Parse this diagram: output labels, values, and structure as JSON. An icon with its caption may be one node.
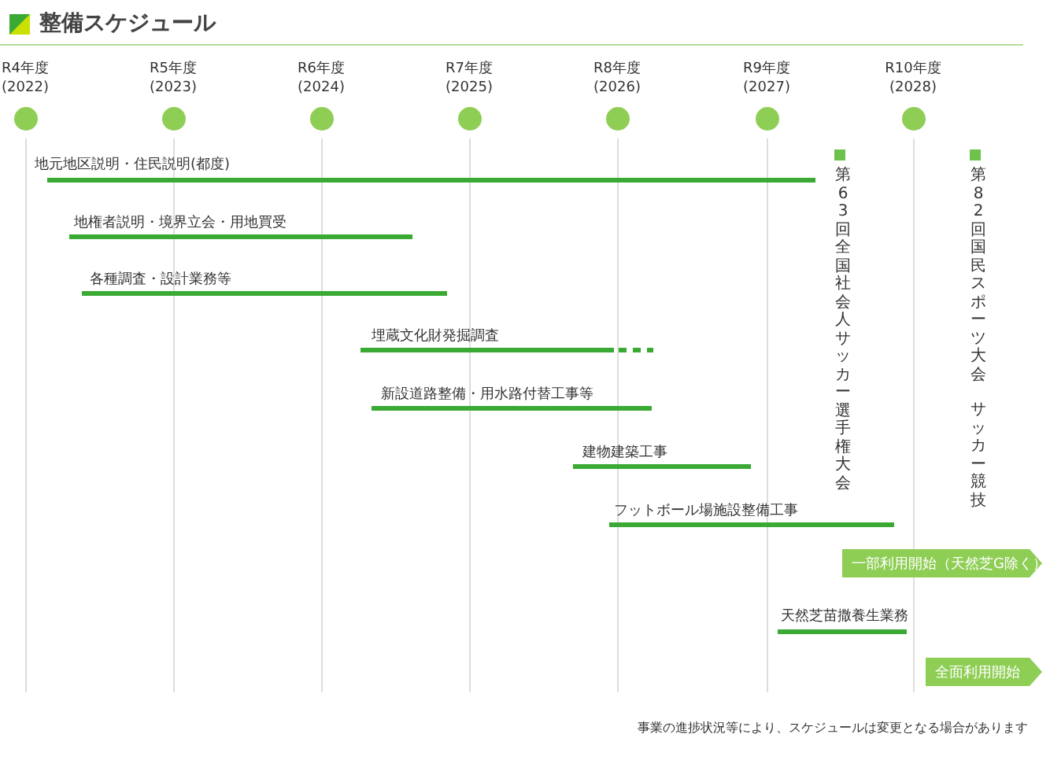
{
  "diagram": {
    "title": "整備スケジュール",
    "nodes": [
      {
        "text": [
          "R4年度",
          "(2022)"
        ]
      },
      {
        "text": [
          "R5年度",
          "(2023)"
        ]
      },
      {
        "text": [
          "R6年度",
          "(2024)"
        ]
      },
      {
        "text": [
          "R7年度",
          "(2025)"
        ]
      },
      {
        "text": [
          "R8年度",
          "(2026)"
        ]
      },
      {
        "text": [
          "R9年度",
          "(2027)"
        ]
      },
      {
        "text": [
          "R10年度",
          "(2028)"
        ]
      },
      {
        "text": [
          "地元地区説明・住民説明(都度)"
        ]
      },
      {
        "text": [
          "地権者説明・境界立会・用地買受"
        ]
      },
      {
        "text": [
          "各種調査・設計業務等"
        ]
      },
      {
        "text": [
          "埋蔵文化財発掘調査"
        ]
      },
      {
        "text": [
          "新設道路整備・用水路付替工事等"
        ]
      },
      {
        "text": [
          "建物建築工事"
        ]
      },
      {
        "text": [
          "フットボール場施設整備工事"
        ]
      },
      {
        "text": [
          "一部利用開始（天然芝G除く）"
        ]
      },
      {
        "text": [
          "天然芝苗撒養生業務"
        ]
      },
      {
        "text": [
          "全面利用開始"
        ]
      },
      {
        "text": [
          "第63回全国社会人サッカー選手権大会"
        ]
      },
      {
        "text": [
          "第82回国民スポーツ大会",
          "サッカー競技"
        ]
      }
    ],
    "labels": [
      "事業の進捗状況等により、スケジュールは変更となる場合があります"
    ]
  }
}
